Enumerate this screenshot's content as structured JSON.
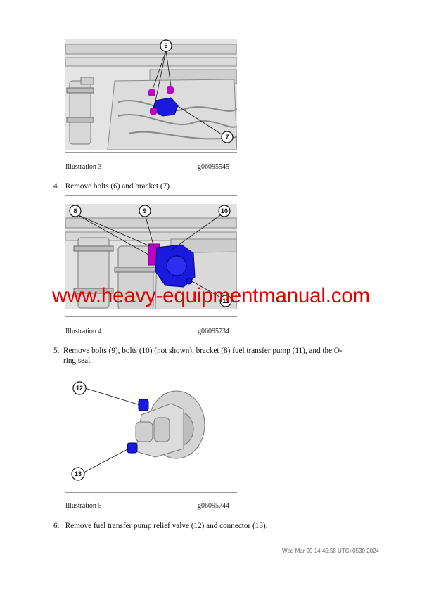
{
  "figures": [
    {
      "caption": "Illustration 3",
      "ref": "g06095545",
      "callouts": [
        "6",
        "7"
      ]
    },
    {
      "caption": "Illustration 4",
      "ref": "g06095734",
      "callouts": [
        "8",
        "9",
        "10",
        "11"
      ]
    },
    {
      "caption": "Illustration 5",
      "ref": "g06095744",
      "callouts": [
        "12",
        "13"
      ]
    }
  ],
  "steps": [
    {
      "number": "4.",
      "text": "Remove bolts (6) and bracket (7)."
    },
    {
      "number": "5.",
      "text": "Remove bolts (9), bolts (10) (not shown), bracket (8) fuel transfer pump (11), and the O-",
      "text_cont": "ring seal."
    },
    {
      "number": "6.",
      "text": "Remove fuel transfer pump relief valve (12) and connector (13)."
    }
  ],
  "watermark": "www.heavy-equipmentmanual.com",
  "footer": {
    "timestamp": "Wed Mar 20 14:45:58 UTC+0530 2024"
  },
  "colors": {
    "watermark": "#e50000",
    "highlight_blue": "#1a1adf",
    "highlight_magenta": "#c000c8"
  }
}
